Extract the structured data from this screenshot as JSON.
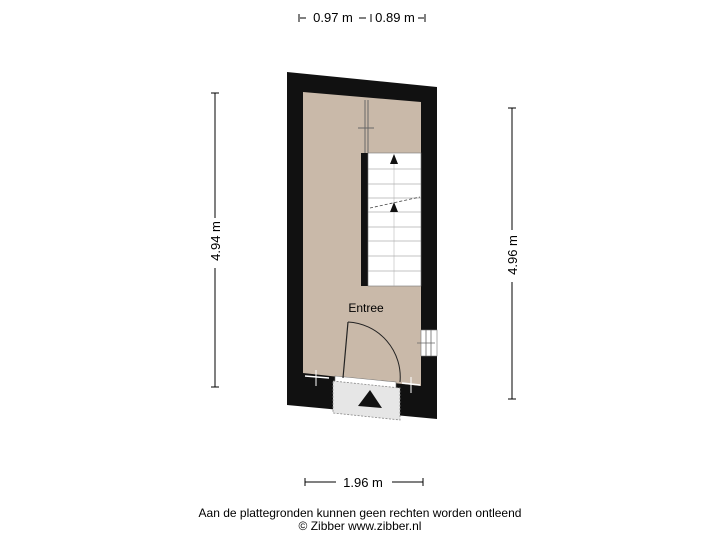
{
  "dimensions": {
    "top_left": "0.97 m",
    "top_right": "0.89 m",
    "left": "4.94 m",
    "right": "4.96 m",
    "bottom": "1.96 m"
  },
  "rooms": {
    "entree": "Entree"
  },
  "footer": {
    "disclaimer": "Aan de plattegronden kunnen geen rechten worden ontleend",
    "copyright": "© Zibber www.zibber.nl"
  },
  "colors": {
    "wall": "#111111",
    "floor": "#c9b9a9",
    "stairs": "#ffffff",
    "dimension_line": "#000000",
    "step_area": "#e6e6e6"
  }
}
